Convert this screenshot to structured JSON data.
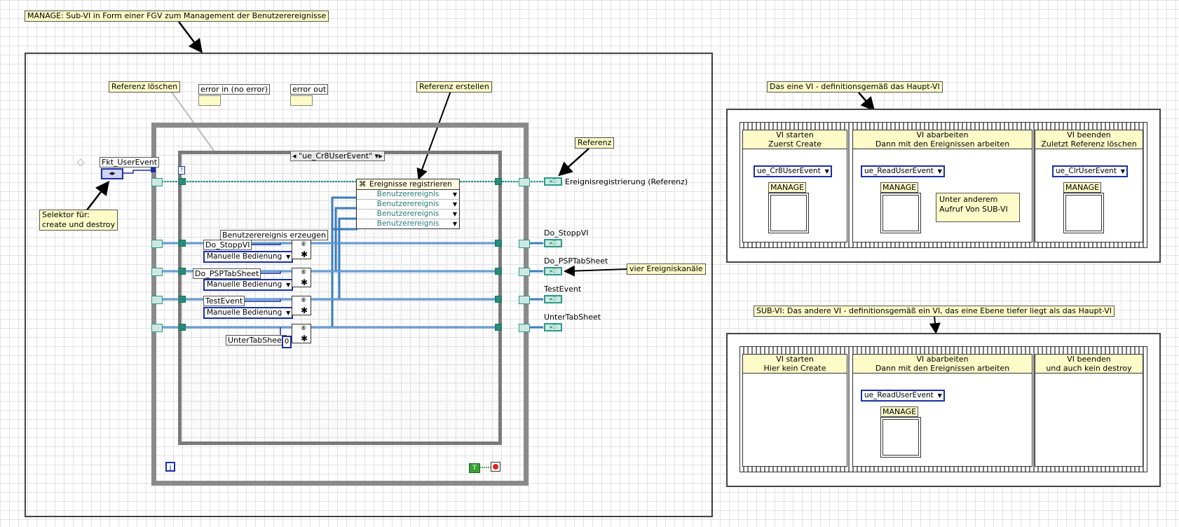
{
  "notes": {
    "title": "MANAGE: Sub-VI in Form einer FGV zum Management der Benutzerereignisse",
    "ref_delete": "Referenz löschen",
    "ref_create": "Referenz erstellen",
    "referenz": "Referenz",
    "selektor": "Selektor für:\ncreate und destroy",
    "vier_kanaele": "vier Ereigniskanäle",
    "haupt_vi": "Das eine VI - definitionsgemäß das Haupt-VI",
    "sub_vi": "SUB-VI: Das andere VI - definitionsgemäß ein VI, das eine Ebene tiefer liegt als das Haupt-VI",
    "unter_anderem": "Unter anderem\nAufruf Von SUB-VI"
  },
  "controls": {
    "error_in": "error in (no error)",
    "error_out": "error out",
    "fkt_userevent": "Fkt_UserEvent"
  },
  "case_structure": {
    "selector": "\"ue_Cr8UserEvent\""
  },
  "register_node": {
    "title": "Ereignisse registrieren",
    "rows": [
      "Benutzerereignis",
      "Benutzerereignis",
      "Benutzerereignis",
      "Benutzerereignis"
    ]
  },
  "create_nodes": {
    "header": "Benutzerereignis erzeugen",
    "names": [
      "Do_StoppVI",
      "Do_PSPTabSheet",
      "TestEvent",
      "UnterTabSheet"
    ],
    "enum_value": "Manuelle Bedienung",
    "constant": "0"
  },
  "outputs": [
    "Ereignisregistrierung (Referenz)",
    "Do_StoppVI",
    "Do_PSPTabSheet",
    "TestEvent",
    "UnterTabSheet"
  ],
  "loop": {
    "iteration": "i",
    "stop_const": "T"
  },
  "main_sequence": {
    "frames": [
      {
        "title": "VI starten\nZuerst Create",
        "enum": "ue_Cr8UserEvent",
        "vi": "MANAGE"
      },
      {
        "title": "VI abarbeiten\nDann mit den Ereignissen arbeiten",
        "enum": "ue_ReadUserEvent",
        "vi": "MANAGE"
      },
      {
        "title": "VI beenden\nZuletzt Referenz löschen",
        "enum": "ue_ClrUserEvent",
        "vi": "MANAGE"
      }
    ]
  },
  "sub_sequence": {
    "frames": [
      {
        "title": "VI starten\nHier kein Create"
      },
      {
        "title": "VI abarbeiten\nDann mit den Ereignissen arbeiten",
        "enum": "ue_ReadUserEvent",
        "vi": "MANAGE"
      },
      {
        "title": "VI beenden\nund auch kein destroy"
      }
    ]
  },
  "colors": {
    "note_bg": "#fdfbc8",
    "wire_blue": "#3a7fc1",
    "enum_border": "#1b2fa6",
    "terminal_teal": "#2a9a8a"
  }
}
